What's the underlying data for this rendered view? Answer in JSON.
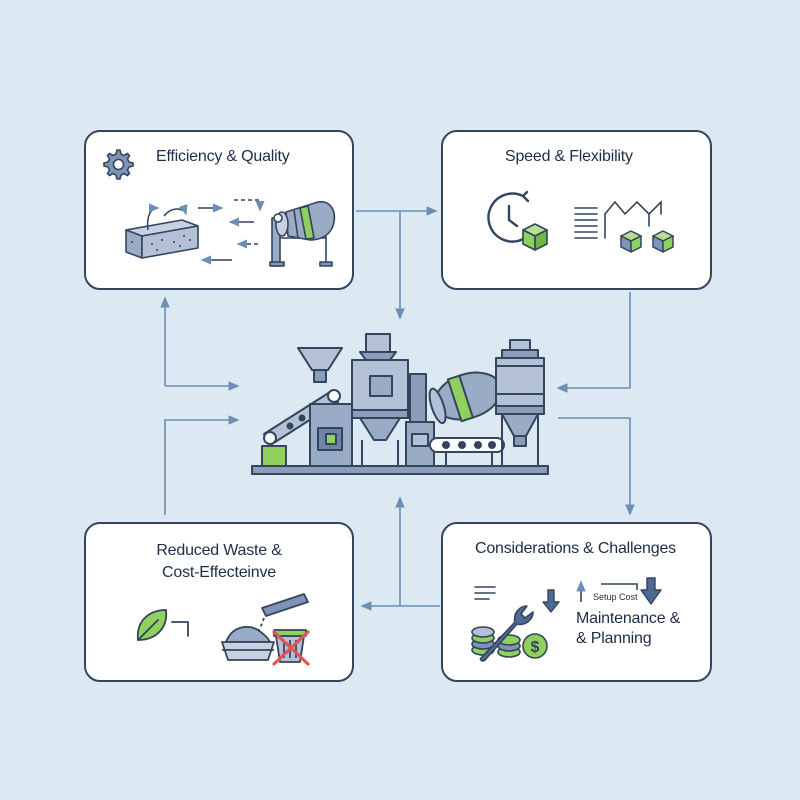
{
  "cards": {
    "efficiency": {
      "title": "Efficiency & Quality"
    },
    "speed": {
      "title": "Speed & Flexibility"
    },
    "waste": {
      "title_line1": "Reduced Waste &",
      "title_line2": "Cost-Effecteinve"
    },
    "considerations": {
      "title": "Considerations & Challenges",
      "setup_label": "Setup Cost",
      "maintenance_line1": "Maintenance &",
      "maintenance_line2": "& Planning"
    }
  },
  "colors": {
    "background": "#dce9f2",
    "outline": "#34455e",
    "machine_fill": "#8c9dba",
    "accent_green": "#8fd15c",
    "arrow": "#6b8fb5",
    "cross_red": "#e05656"
  },
  "icons": [
    "gear-icon",
    "concrete-block-icon",
    "cement-mixer-icon",
    "clock-icon",
    "cube-icon",
    "process-flow-icon",
    "leaf-icon",
    "waste-bin-icon",
    "coins-icon",
    "wrench-icon",
    "dollar-icon"
  ]
}
